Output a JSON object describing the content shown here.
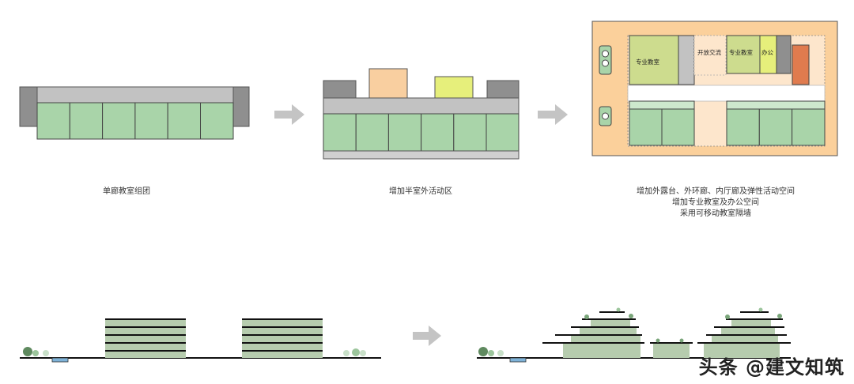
{
  "captions": {
    "stage1": "单廊教室组团",
    "stage2": "增加半室外活动区",
    "stage3_line1": "增加外露台、外环廊、内厅廊及弹性活动空间",
    "stage3_line2": "增加专业教室及办公空间",
    "stage3_line3": "采用可移动教室隔墙"
  },
  "plan_labels": {
    "pro_classroom_a": "专业教室",
    "open_exchange": "开放交流",
    "pro_classroom_b": "专业教室",
    "office": "办公"
  },
  "watermark": "头条 @建文知筑",
  "colors": {
    "classroom_green": "#a9d4a9",
    "corridor_gray": "#bdbdbd",
    "stair_gray": "#8a8a8a",
    "orange_block": "#f9cfa0",
    "yellow_block": "#e6ef7b",
    "site_orange": "#fbd09b",
    "pro_olive": "#cddc8e",
    "red_block": "#e07b4e",
    "arrow_gray": "#bdbdbd"
  }
}
